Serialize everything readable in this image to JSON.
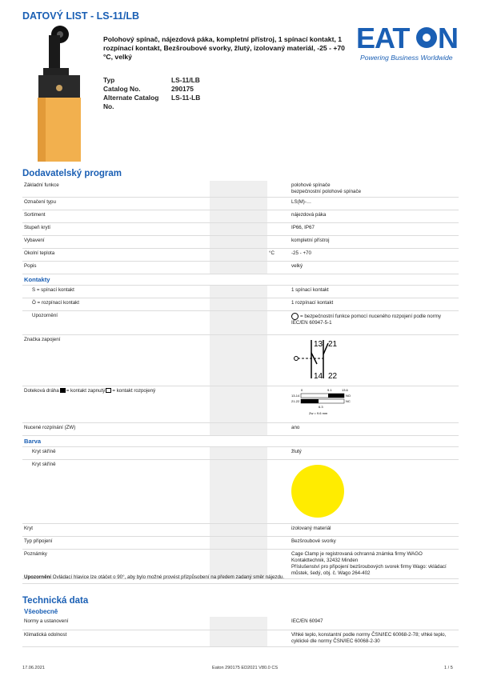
{
  "header": {
    "title": "DATOVÝ LIST - LS-11/LB",
    "description": "Polohový spínač, nájezdová páka, kompletní přístroj, 1 spínací kontakt, 1 rozpínací kontakt, Bezšroubové svorky, žlutý, izolovaný materiál, -25 - +70 °C, velký",
    "logo_text": "EATON",
    "tagline": "Powering Business Worldwide",
    "meta": [
      {
        "k": "Typ",
        "v": "LS-11/LB"
      },
      {
        "k": "Catalog No.",
        "v": "290175"
      },
      {
        "k": "Alternate Catalog No.",
        "v": "LS-11-LB"
      }
    ]
  },
  "sections": {
    "supplier": "Dodavatelský program",
    "technical": "Technická data",
    "general_sub": "Všeobecně"
  },
  "supplier_rows": {
    "basic_function": {
      "k": "Základní funkce",
      "v1": "polohové spínače",
      "v2": "bezpečnostní polohové spínače"
    },
    "type_designation": {
      "k": "Označení typu",
      "v": "LS(M)-…"
    },
    "assortment": {
      "k": "Sortiment",
      "v": "nájezdová páka"
    },
    "protection": {
      "k": "Stupeň krytí",
      "v": "IP66, IP67"
    },
    "equipment": {
      "k": "Vybavení",
      "v": "kompletní přístroj"
    },
    "ambient_temp": {
      "k": "Okolní teplota",
      "unit": "°C",
      "v": "-25 - +70"
    },
    "description": {
      "k": "Popis",
      "v": "velký"
    },
    "contacts_group": "Kontakty",
    "nc_no": {
      "k": "S = spínací kontakt",
      "v": "1 spínací kontakt"
    },
    "nc": {
      "k": "Ö = rozpínací kontakt",
      "v": "1 rozpínací kontakt"
    },
    "notes_contacts": {
      "k": "Upozornění",
      "v": "= bezpečnostní funkce pomocí nuceného rozpojení podle normy IEC/EN 60947-5-1"
    },
    "circuit": {
      "k": "Značka zapojení",
      "t1": "13",
      "t2": "21",
      "t3": "14",
      "t4": "22"
    },
    "travel": {
      "k1": "Doteková dráha",
      "k2": "= kontakt zapnutý",
      "k3": "= kontakt rozpojený",
      "d0": "0",
      "d1": "9.1",
      "d2": "13.6",
      "l1": "13-14",
      "l2": "21-22",
      "n1": "NO",
      "n2": "NC",
      "d3": "6.3",
      "zw": "Zw = 9.6 mm"
    },
    "forced": {
      "k": "Nucené rozpínání (ZW)",
      "v": "ano"
    },
    "color_group": "Barva",
    "housing_color": {
      "k": "Kryt skříně",
      "v": "žlutý"
    },
    "housing_color2": {
      "k": "Kryt skříně"
    },
    "cover": {
      "k": "Kryt",
      "v": "izolovaný materiál"
    },
    "connection": {
      "k": "Typ připojení",
      "v": "Bezšroubové svorky"
    },
    "remarks": {
      "k": "Poznámky",
      "v1": "Cage Clamp je registrovaná ochranná známka firmy WAGO Kontakttechnik, 32432 Minden",
      "v2": "Příslušenství pro připojení bezšroubových svorek firmy Wago: vkládací můstek, šedý, obj. č. Wago 264-402"
    }
  },
  "note": {
    "k": "Upozornění",
    "v": "Ovládací hlavice lze otáčet o 90°, aby bylo možné provést přizpůsobení na předem zadaný směr nájezdu."
  },
  "tech_rows": {
    "standards": {
      "k": "Normy a ustanovení",
      "v": "IEC/EN 60947"
    },
    "climate": {
      "k": "Klimatická odolnost",
      "v": "Vlhké teplo, konstantní podle normy ČSN/IEC 60068-2-78; vlhké teplo, cyklické dle normy ČSN/IEC 60068-2-30"
    }
  },
  "footer": {
    "date": "17.06.2021",
    "center": "Eaton 290175 ED2021 V80.0 CS",
    "page": "1 / 5"
  },
  "colors": {
    "accent": "#1a5fb4",
    "switch_body": "#f2b04e",
    "yellow_swatch": "#ffec00"
  }
}
